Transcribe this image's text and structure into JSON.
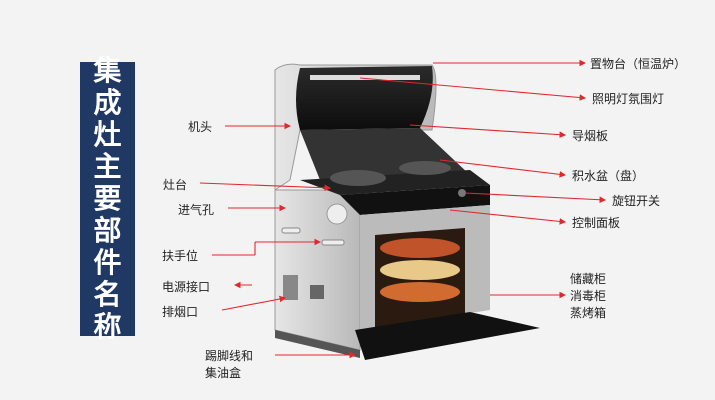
{
  "title": "集成灶主要部件名称",
  "labels": {
    "shelf": "置物台（恒温炉）",
    "light": "照明灯氛围灯",
    "smoke_guide": "导烟板",
    "drip_tray": "积水盆（盘）",
    "knob": "旋钮开关",
    "control_panel": "控制面板",
    "storage": "储藏柜",
    "disinfection": "消毒柜",
    "oven": "蒸烤箱",
    "head": "机头",
    "stove": "灶台",
    "air_inlet": "进气孔",
    "handle": "扶手位",
    "power": "电源接口",
    "exhaust": "排烟口",
    "kick_line_1": "踢脚线和",
    "kick_line_2": "集油盒"
  },
  "colors": {
    "title_bg": "#1f3864",
    "arrow": "#e0282e",
    "stainless": "#c9c9c9",
    "glass": "#1a1a1a"
  }
}
